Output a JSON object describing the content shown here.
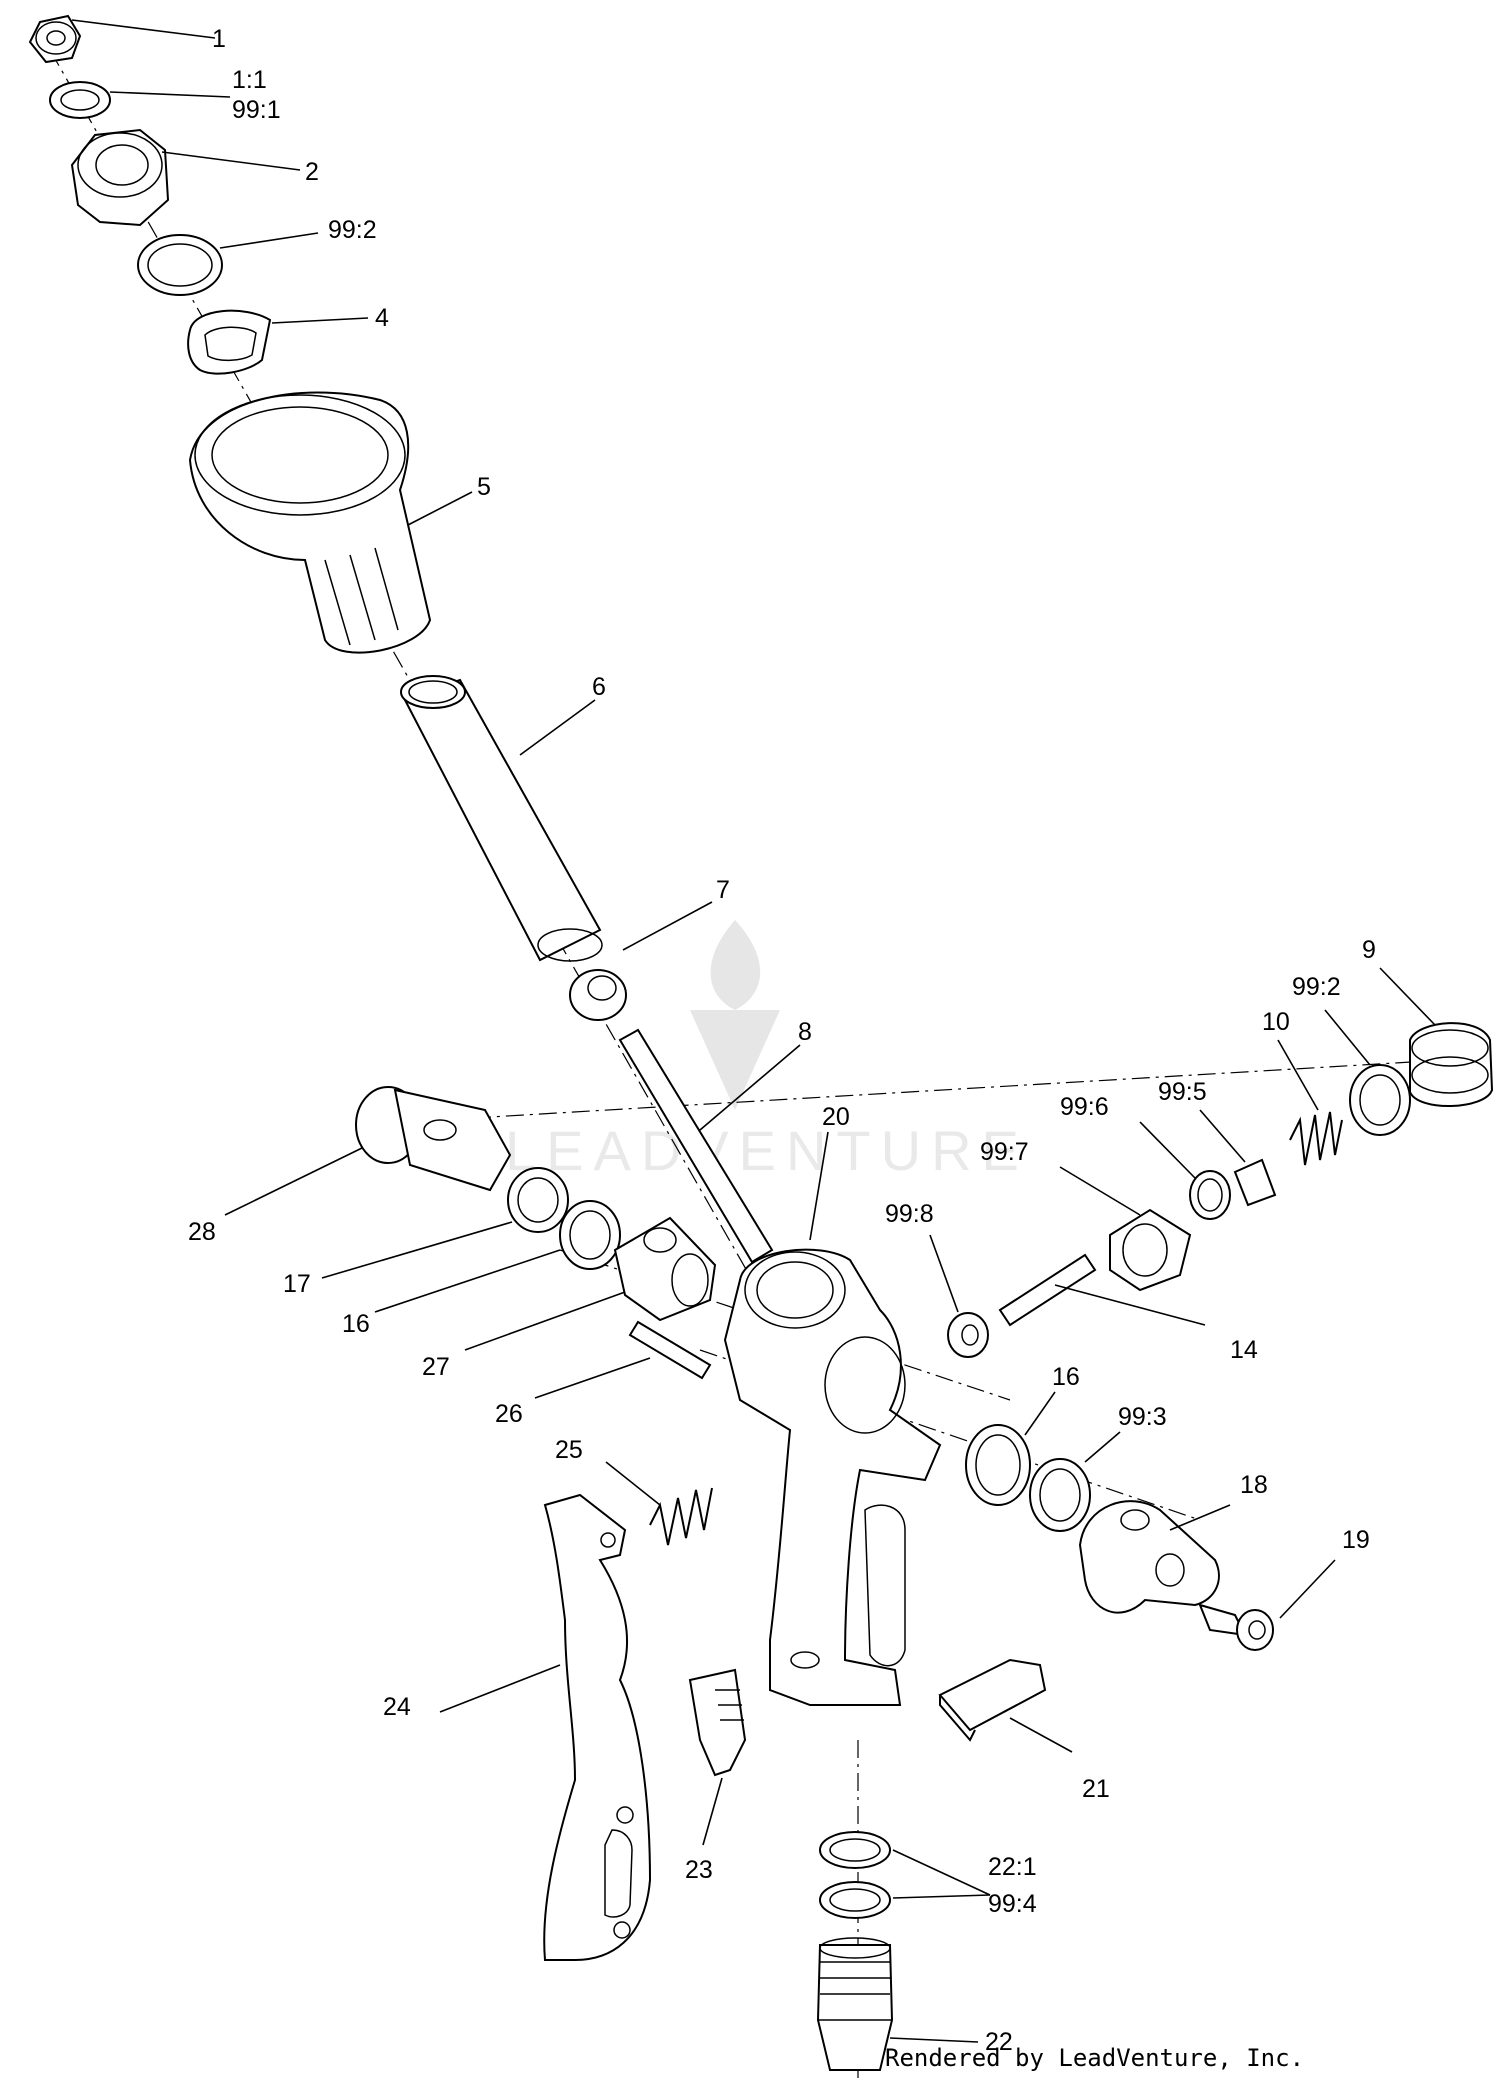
{
  "callouts": [
    {
      "key": "c1",
      "text": "1"
    },
    {
      "key": "c1_1",
      "text": "1:1"
    },
    {
      "key": "c99_1",
      "text": "99:1"
    },
    {
      "key": "c2",
      "text": "2"
    },
    {
      "key": "c99_2a",
      "text": "99:2"
    },
    {
      "key": "c4",
      "text": "4"
    },
    {
      "key": "c5",
      "text": "5"
    },
    {
      "key": "c6",
      "text": "6"
    },
    {
      "key": "c7",
      "text": "7"
    },
    {
      "key": "c8",
      "text": "8"
    },
    {
      "key": "c9",
      "text": "9"
    },
    {
      "key": "c99_2b",
      "text": "99:2"
    },
    {
      "key": "c10",
      "text": "10"
    },
    {
      "key": "c99_5",
      "text": "99:5"
    },
    {
      "key": "c99_6",
      "text": "99:6"
    },
    {
      "key": "c99_7",
      "text": "99:7"
    },
    {
      "key": "c20",
      "text": "20"
    },
    {
      "key": "c99_8",
      "text": "99:8"
    },
    {
      "key": "c28",
      "text": "28"
    },
    {
      "key": "c17",
      "text": "17"
    },
    {
      "key": "c16a",
      "text": "16"
    },
    {
      "key": "c27",
      "text": "27"
    },
    {
      "key": "c14",
      "text": "14"
    },
    {
      "key": "c26",
      "text": "26"
    },
    {
      "key": "c16b",
      "text": "16"
    },
    {
      "key": "c99_3",
      "text": "99:3"
    },
    {
      "key": "c25",
      "text": "25"
    },
    {
      "key": "c18",
      "text": "18"
    },
    {
      "key": "c19",
      "text": "19"
    },
    {
      "key": "c24",
      "text": "24"
    },
    {
      "key": "c21",
      "text": "21"
    },
    {
      "key": "c23",
      "text": "23"
    },
    {
      "key": "c22_1",
      "text": "22:1"
    },
    {
      "key": "c99_4",
      "text": "99:4"
    },
    {
      "key": "c22",
      "text": "22"
    }
  ],
  "watermark": {
    "text": "LEADVENTURE"
  },
  "credit": {
    "text": "Rendered by LeadVenture, Inc."
  }
}
